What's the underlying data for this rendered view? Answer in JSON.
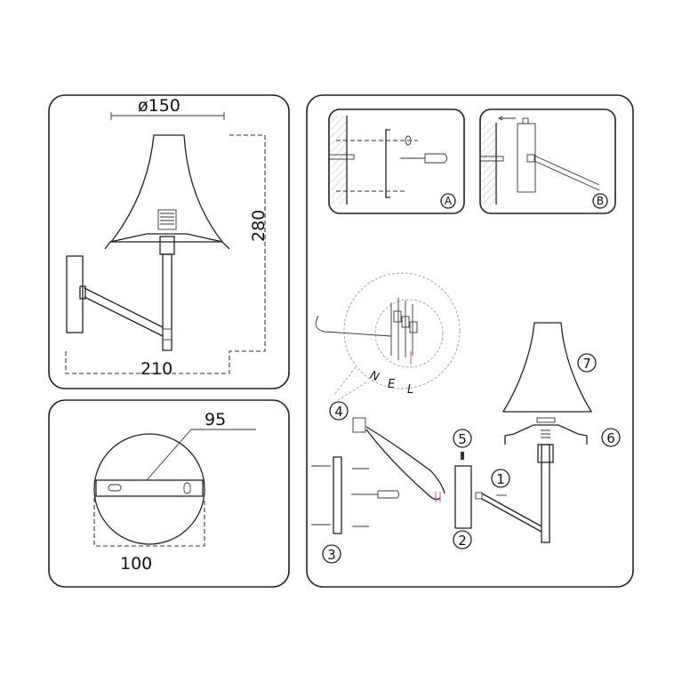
{
  "dimensions_panel": {
    "diameter": "ø150",
    "height": "280",
    "projection": "210"
  },
  "base_panel": {
    "mount_width": "95",
    "base_diameter": "100"
  },
  "installation_panel": {
    "step_a": "A",
    "step_b": "B",
    "wiring_labels": [
      "N",
      "E",
      "L"
    ],
    "part_numbers": [
      "1",
      "2",
      "3",
      "4",
      "5",
      "6",
      "7"
    ]
  },
  "colors": {
    "line": "#222222",
    "wire_accent": "#c0509a"
  }
}
